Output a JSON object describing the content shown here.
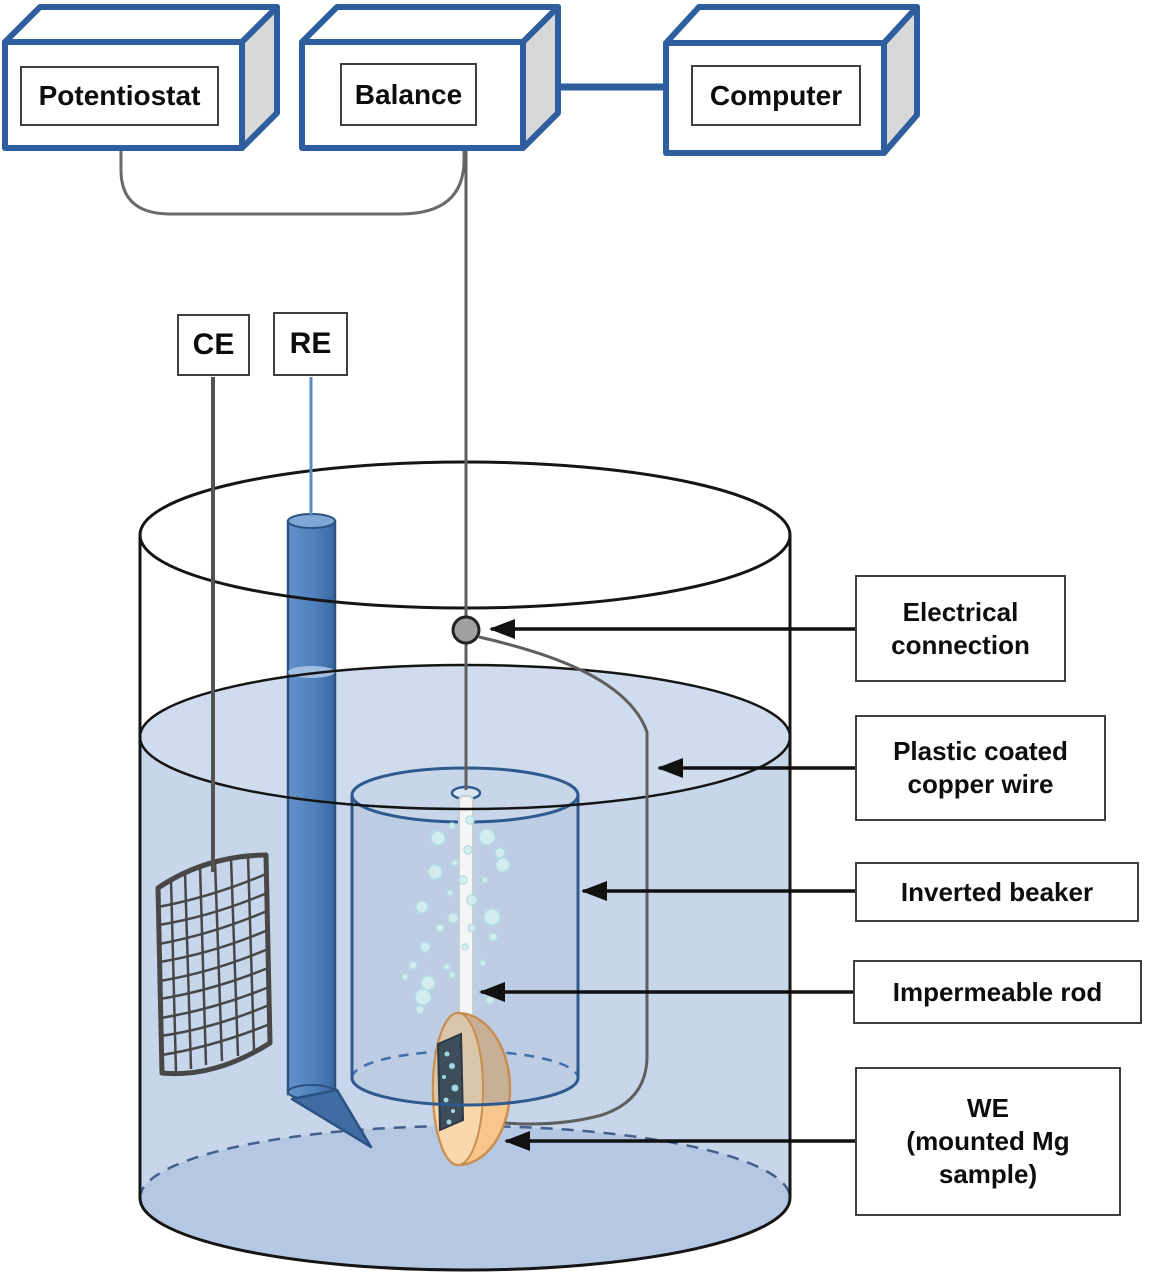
{
  "figure": {
    "description": "Schematic of an electrochemical hydrogen-collection setup: potentiostat, balance and computer connected to a three-electrode cell with an inverted beaker collecting gas above a mounted Mg working electrode"
  },
  "instruments": {
    "potentiostat": "Potentiostat",
    "balance": "Balance",
    "computer": "Computer"
  },
  "electrodes": {
    "counter": "CE",
    "reference": "RE"
  },
  "callouts": {
    "electrical_connection": {
      "line1": "Electrical",
      "line2": "connection"
    },
    "plastic_coated_wire": {
      "line1": "Plastic coated",
      "line2": "copper wire"
    },
    "inverted_beaker": {
      "text": "Inverted beaker"
    },
    "impermeable_rod": {
      "text": "Impermeable rod"
    },
    "working_electrode": {
      "line1": "WE",
      "line2": "(mounted Mg",
      "line3": "sample)"
    }
  },
  "colors": {
    "instrument_border_blue": "#2E5E9E",
    "instrument_side_gray": "#d8d8d8",
    "water_body": "#c7d6ea",
    "water_surface": "#cfdcee",
    "beaker_floor": "#b5c8e3",
    "inverted_beaker_fill": "#bccde4",
    "inverted_beaker_line": "#2f5a8f",
    "reference_electrode_blue": "#4f81bd",
    "mesh_gray": "#474747",
    "wire_gray": "#5f5f5f",
    "mount_orange": "#f8c68c",
    "mg_sample_dark": "#3d4d5a",
    "bubble_cyan": "#d6eff2",
    "outline_black": "#151515"
  }
}
